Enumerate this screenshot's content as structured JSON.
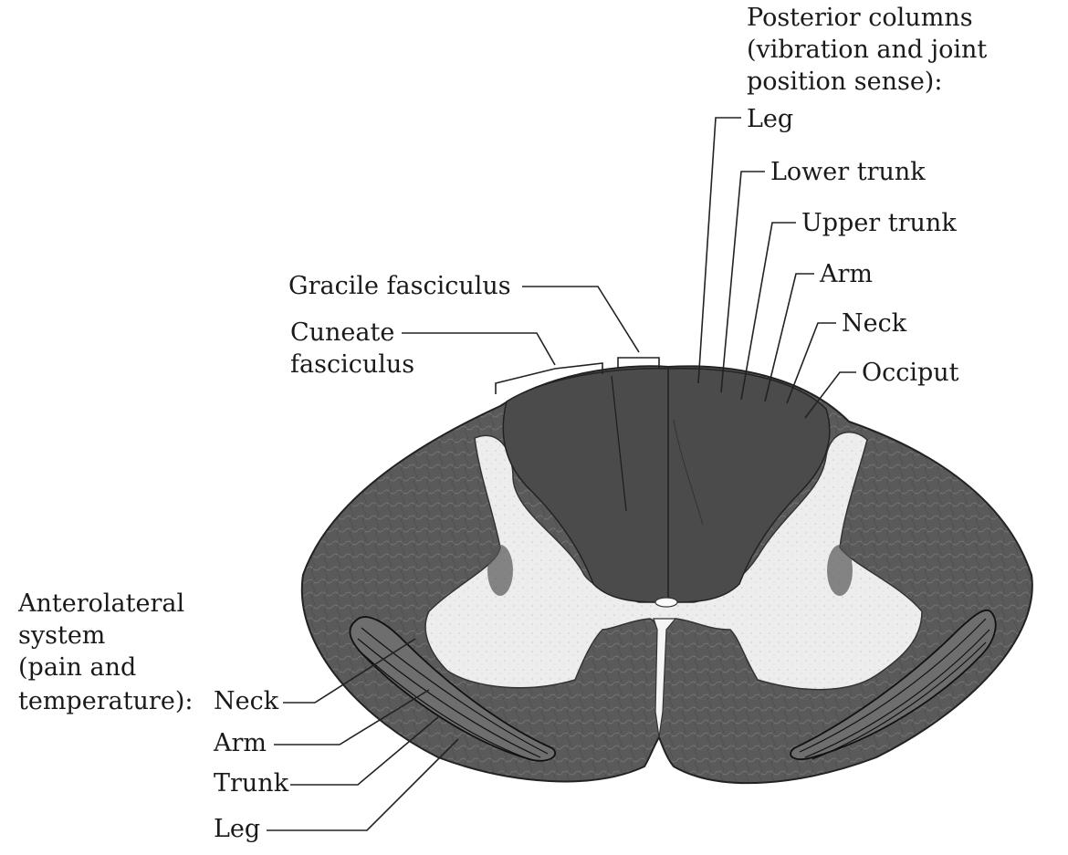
{
  "posterior": {
    "heading_lines": [
      "Posterior columns",
      "(vibration and joint",
      "position sense):"
    ],
    "leg": "Leg",
    "lower_trunk": "Lower trunk",
    "upper_trunk": "Upper trunk",
    "arm": "Arm",
    "neck": "Neck",
    "occiput": "Occiput"
  },
  "gracile": "Gracile fasciculus",
  "cuneate_lines": [
    "Cuneate",
    "fasciculus"
  ],
  "anterolateral": {
    "heading_lines": [
      "Anterolateral",
      "system",
      "(pain and",
      "temperature):"
    ],
    "neck": "Neck",
    "arm": "Arm",
    "trunk": "Trunk",
    "leg": "Leg"
  },
  "colors": {
    "white_matter": "#5c5c5c",
    "gray_matter": "#ececec",
    "outline": "#222222"
  }
}
